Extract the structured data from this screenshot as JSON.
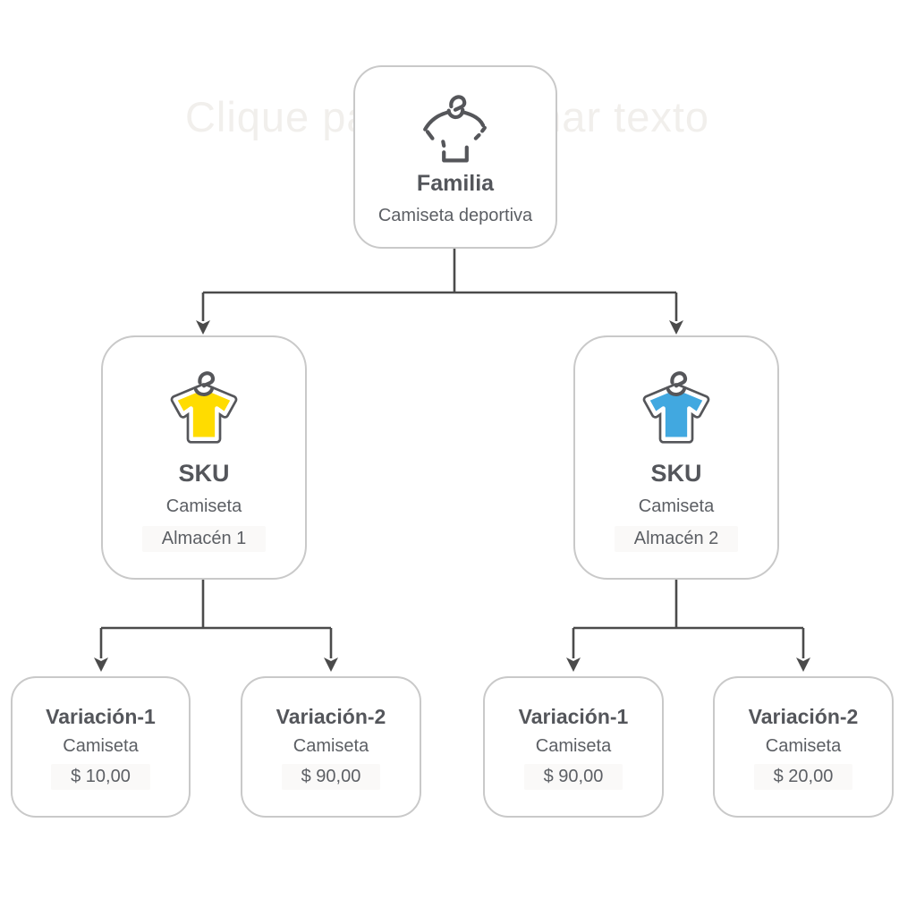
{
  "watermark": "Clique para adicionar texto",
  "colors": {
    "shirt_yellow": "#FFDC00",
    "shirt_blue": "#41A8E0",
    "shirt_white": "#FFFFFF",
    "icon_stroke": "#55565A",
    "connector": "#4B4B4B",
    "node_border": "#C9C9C9",
    "title_text": "#54565B",
    "body_text": "#5C5F64"
  },
  "tree": {
    "family": {
      "icon": "tshirt-hanger-outline-icon",
      "title": "Familia",
      "subtitle": "Camiseta deportiva"
    },
    "skus": [
      {
        "icon": "tshirt-hanger-yellow-icon",
        "title": "SKU",
        "line1": "Camiseta",
        "line2": "Almacén 1"
      },
      {
        "icon": "tshirt-hanger-blue-icon",
        "title": "SKU",
        "line1": "Camiseta",
        "line2": "Almacén 2"
      }
    ],
    "variations": [
      {
        "title": "Variación-1",
        "line1": "Camiseta",
        "price": "$ 10,00"
      },
      {
        "title": "Variación-2",
        "line1": "Camiseta",
        "price": "$ 90,00"
      },
      {
        "title": "Variación-1",
        "line1": "Camiseta",
        "price": "$ 90,00"
      },
      {
        "title": "Variación-2",
        "line1": "Camiseta",
        "price": "$ 20,00"
      }
    ]
  }
}
